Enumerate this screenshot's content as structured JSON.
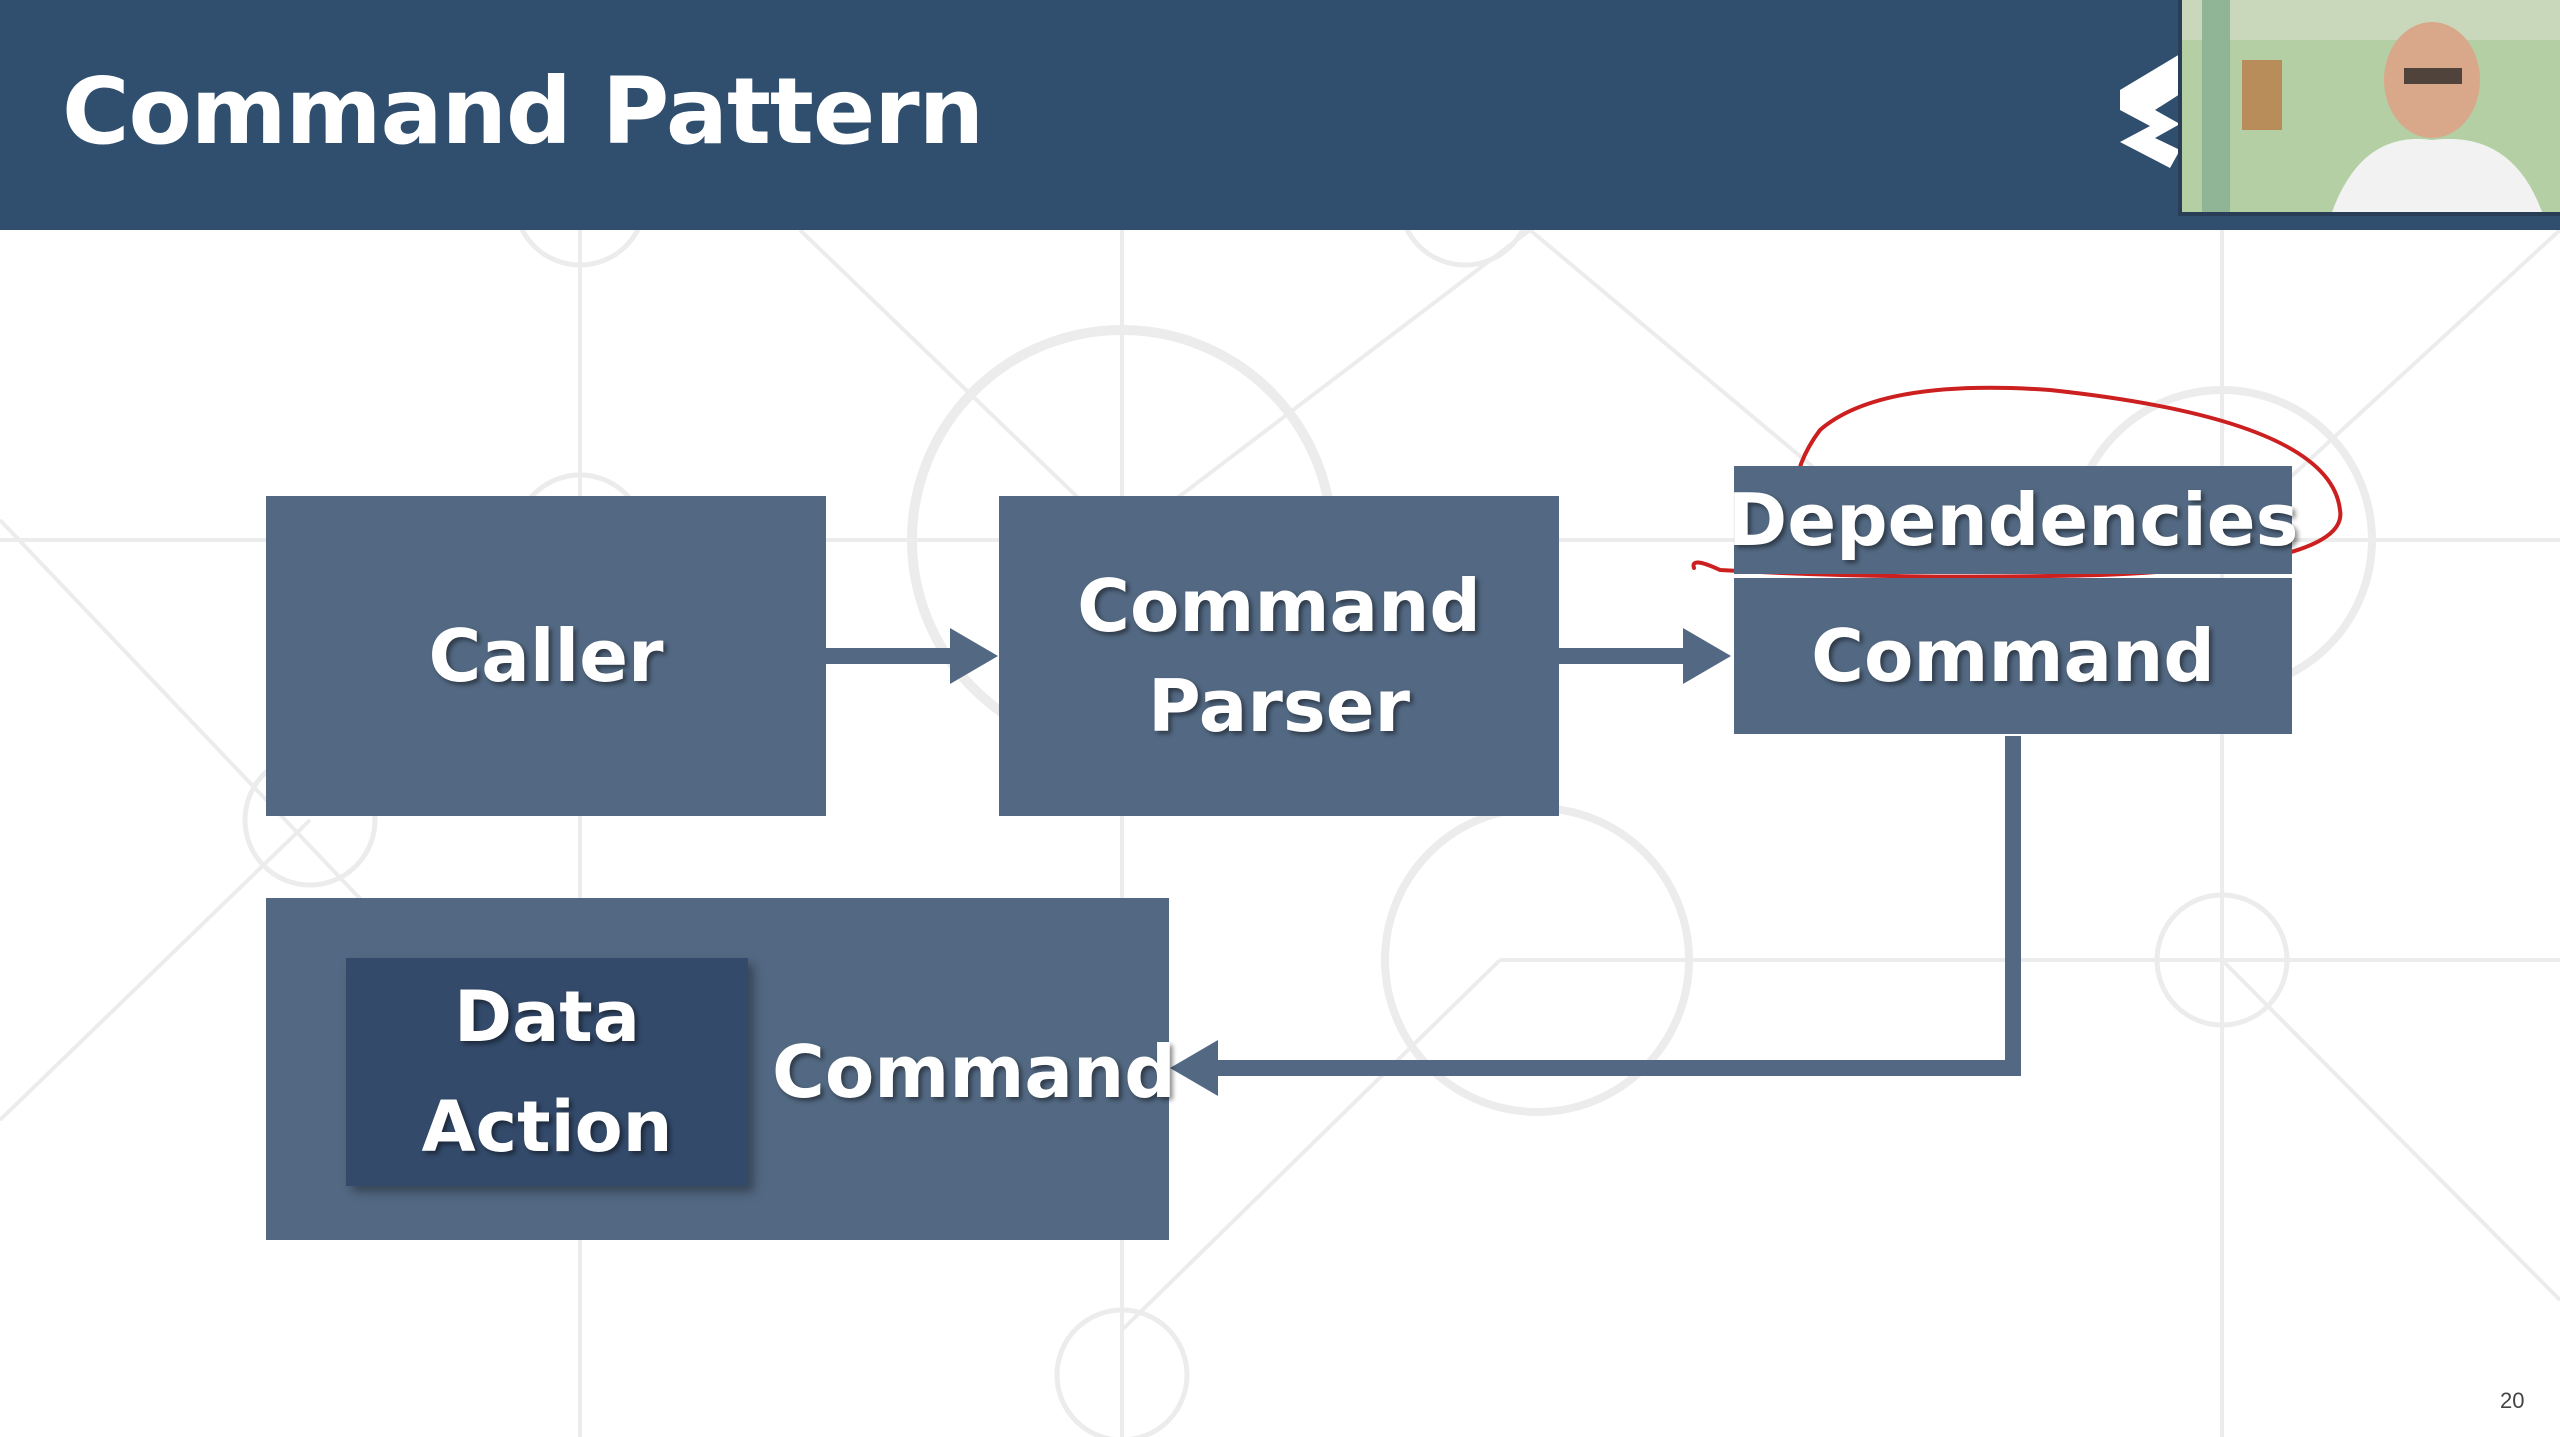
{
  "slide": {
    "title": "Command Pattern",
    "page_number": "20"
  },
  "diagram": {
    "caller": "Caller",
    "parser_line1": "Command",
    "parser_line2": "Parser",
    "dependencies": "Dependencies",
    "command_top": "Command",
    "data": "Data",
    "action": "Action",
    "command_bottom": "Command"
  },
  "colors": {
    "header": "#304e6e",
    "box": "#536983",
    "inner_box": "#334a6a",
    "annotation": "#cc1f1f"
  }
}
